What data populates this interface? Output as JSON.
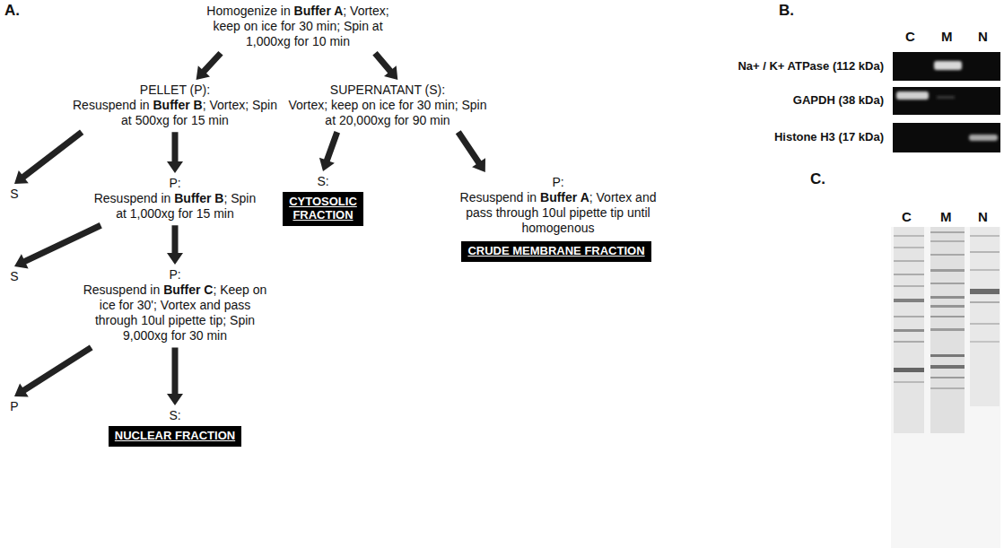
{
  "diagram": {
    "nodes": [
      {
        "text": [
          "Homogenize in Buffer A; Vortex; keep on ice for 30 min; Spin at 1,000xg for 10 min"
        ]
      },
      {
        "text": [
          "PELLET (P):",
          "Resuspend in Buffer B; Vortex; Spin at 500xg for 15 min"
        ]
      },
      {
        "text": [
          "SUPERNATANT (S):",
          "Vortex; keep on ice for 30 min; Spin at 20,000xg for 90 min"
        ]
      },
      {
        "text": [
          "S"
        ]
      },
      {
        "text": [
          "P:",
          "Resuspend in Buffer B; Spin at 1,000xg for 15 min"
        ]
      },
      {
        "text": [
          "S:"
        ]
      },
      {
        "text": [
          "CYTOSOLIC FRACTION"
        ]
      },
      {
        "text": [
          "P:",
          "Resuspend in Buffer A; Vortex and pass through 10ul pipette tip until homogenous"
        ]
      },
      {
        "text": [
          "CRUDE MEMBRANE FRACTION"
        ]
      },
      {
        "text": [
          "S"
        ]
      },
      {
        "text": [
          "P:",
          "Resuspend in Buffer C; Keep on ice for 30'; Vortex and pass through 10ul pipette tip; Spin 9,000xg for 30 min"
        ]
      },
      {
        "text": [
          "P"
        ]
      },
      {
        "text": [
          "S:"
        ]
      },
      {
        "text": [
          "NUCLEAR FRACTION"
        ]
      }
    ],
    "edges": [
      {
        "from": 0,
        "to": 1,
        "arrow": "to"
      },
      {
        "from": 0,
        "to": 2,
        "arrow": "to"
      },
      {
        "from": 1,
        "to": 3,
        "arrow": "to"
      },
      {
        "from": 1,
        "to": 4,
        "arrow": "to"
      },
      {
        "from": 2,
        "to": 5,
        "arrow": "to"
      },
      {
        "from": 2,
        "to": 7,
        "arrow": "to"
      },
      {
        "from": 4,
        "to": 9,
        "arrow": "to"
      },
      {
        "from": 4,
        "to": 10,
        "arrow": "to"
      },
      {
        "from": 10,
        "to": 11,
        "arrow": "to"
      },
      {
        "from": 10,
        "to": 12,
        "arrow": "to"
      }
    ],
    "labels": [
      "A.",
      "B.",
      "C",
      "M",
      "N",
      "Na+ / K+ ATPase (112 kDa)",
      "GAPDH (38 kDa)",
      "Histone H3 (17 kDa)",
      "C.",
      "C",
      "M",
      "N"
    ]
  }
}
